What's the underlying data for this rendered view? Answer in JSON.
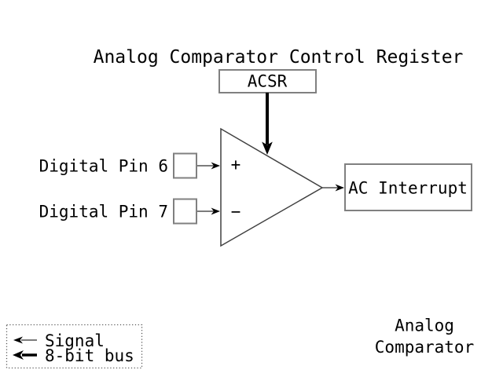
{
  "title": "Analog Comparator Control Register",
  "acsr_box": {
    "label": "ACSR"
  },
  "comparator": {
    "plus_label": "+",
    "minus_label": "−"
  },
  "inputs": {
    "pin6": {
      "label": "Digital Pin 6"
    },
    "pin7": {
      "label": "Digital Pin 7"
    }
  },
  "output_box": {
    "label": "AC Interrupt"
  },
  "legend": {
    "signal_label": "Signal",
    "bus_label": "8-bit bus"
  },
  "caption": {
    "line1": "Analog",
    "line2": "Comparator"
  },
  "colors": {
    "background": "#ffffff",
    "box_stroke": "#808080",
    "line_stroke": "#505050",
    "triangle_stroke": "#404040",
    "arrow_fill": "#000000",
    "bus_arrow": "#000000",
    "text": "#000000"
  }
}
